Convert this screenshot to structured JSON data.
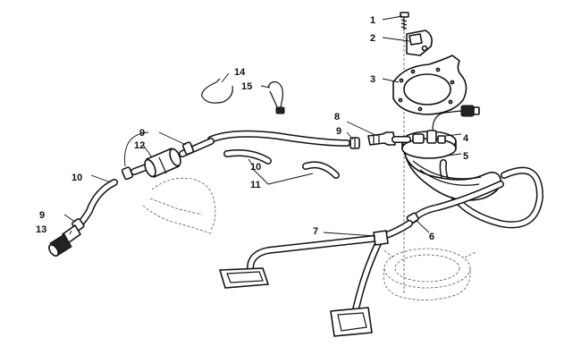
{
  "callouts": [
    {
      "id": "c1",
      "text": "1"
    },
    {
      "id": "c2",
      "text": "2"
    },
    {
      "id": "c3",
      "text": "3"
    },
    {
      "id": "c4",
      "text": "4"
    },
    {
      "id": "c5",
      "text": "5"
    },
    {
      "id": "c6",
      "text": "6"
    },
    {
      "id": "c7",
      "text": "7"
    },
    {
      "id": "c8",
      "text": "8"
    },
    {
      "id": "c9a",
      "text": "9"
    },
    {
      "id": "c9b",
      "text": "9"
    },
    {
      "id": "c9c",
      "text": "9"
    },
    {
      "id": "c10a",
      "text": "10"
    },
    {
      "id": "c10b",
      "text": "10"
    },
    {
      "id": "c11",
      "text": "11"
    },
    {
      "id": "c12",
      "text": "12"
    },
    {
      "id": "c13",
      "text": "13"
    },
    {
      "id": "c14",
      "text": "14"
    },
    {
      "id": "c15",
      "text": "15"
    }
  ]
}
